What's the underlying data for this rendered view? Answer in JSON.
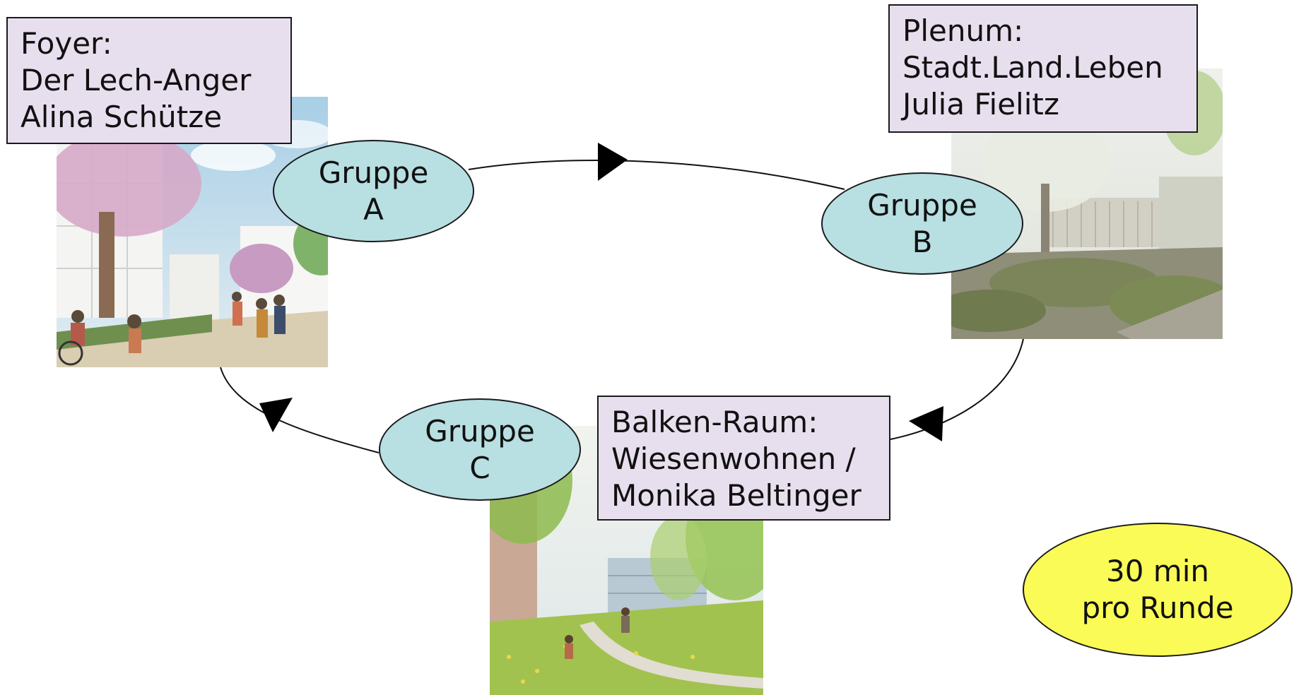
{
  "stations": {
    "foyer": {
      "lines": [
        "Foyer:",
        "Der Lech-Anger",
        "Alina Schütze"
      ]
    },
    "plenum": {
      "lines": [
        "Plenum:",
        "Stadt.Land.Leben",
        "Julia Fielitz"
      ]
    },
    "balken": {
      "lines": [
        "Balken-Raum:",
        "Wiesenwohnen /",
        "Monika Beltinger"
      ]
    }
  },
  "groups": {
    "a": {
      "line1": "Gruppe",
      "line2": "A"
    },
    "b": {
      "line1": "Gruppe",
      "line2": "B"
    },
    "c": {
      "line1": "Gruppe",
      "line2": "C"
    }
  },
  "timing": {
    "line1": "30 min",
    "line2": "pro Runde"
  },
  "colors": {
    "station_box": "#e8dfee",
    "group_oval": "#b8dfe2",
    "time_oval": "#fbfb57",
    "stroke": "#1a1a1a"
  },
  "icons": {
    "foyer_image": "illustration-street-scene-with-trees-and-people",
    "plenum_image": "illustration-courtyard-with-trees-and-grasses",
    "balken_image": "illustration-meadow-path-with-buildings"
  }
}
